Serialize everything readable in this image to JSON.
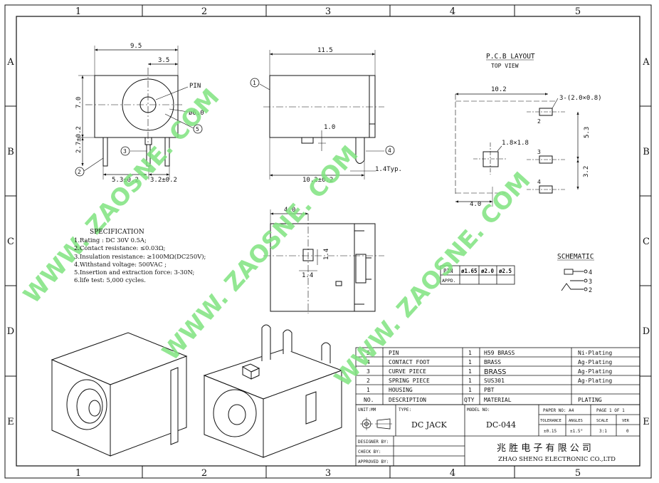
{
  "grid": {
    "columns": [
      "1",
      "2",
      "3",
      "4",
      "5"
    ],
    "rows": [
      "A",
      "B",
      "C",
      "D",
      "E"
    ]
  },
  "watermark": "WWW. ZAOSNE. COM",
  "front_view": {
    "dims": {
      "width": "9.5",
      "offset": "3.5",
      "height": "7.0",
      "pin_height": "2.7±0.2",
      "left_pin": "5.3±0.2",
      "right_pin": "3.2±0.2",
      "dia": "ø6.0",
      "pin_label": "PIN"
    },
    "callouts": [
      "2",
      "3",
      "5"
    ]
  },
  "side_view": {
    "dims": {
      "length": "11.5",
      "step": "1.0",
      "base": "10.2±0.2",
      "typ": "1.4Typ."
    },
    "callouts": [
      "1",
      "4"
    ]
  },
  "top_view": {
    "dims": {
      "length": "4.0",
      "a": "1.4",
      "b": "1.4"
    }
  },
  "pcb": {
    "title": "P.C.B LAYOUT",
    "subtitle": "TOP VIEW",
    "dims": {
      "width": "10.2",
      "pad_note": "3-(2.0×0.8)",
      "sq": "1.8×1.8",
      "v1": "5.3",
      "v2": "3.2",
      "bottom": "4.0"
    },
    "pads": [
      "2",
      "3",
      "4"
    ]
  },
  "specification": {
    "title": "SPECIFICATION",
    "lines": [
      "1.Rating : DC 30V 0.5A;",
      "2.Contact resistance: ≤0.03Ω;",
      "3.Insulation resistance: ≥100MΩ(DC250V);",
      "4.Withstand voltage: 500VAC ;",
      "5.Insertion and extraction force: 3-30N;",
      "6.life test: 5,000 cycles."
    ]
  },
  "pin_table": {
    "row1": [
      "PIN",
      "ø1.65",
      "ø2.0",
      "ø2.5"
    ],
    "row2": [
      "APPD.",
      "",
      "",
      ""
    ]
  },
  "schematic": {
    "title": "SCHEMATIC",
    "pins": [
      "4",
      "3",
      "2"
    ]
  },
  "bom": {
    "rows": [
      [
        "5",
        "PIN",
        "1",
        "H59 BRASS",
        "Ni-Plating"
      ],
      [
        "4",
        "CONTACT FOOT",
        "1",
        "BRASS",
        "Ag-Plating"
      ],
      [
        "3",
        "CURVE PIECE",
        "1",
        "BRASS",
        "Ag-Plating"
      ],
      [
        "2",
        "SPRING PIECE",
        "1",
        "SUS301",
        "Ag-Plating"
      ],
      [
        "1",
        "HOUSING",
        "1",
        "PBT",
        ""
      ]
    ],
    "header": [
      "NO.",
      "DESCRIPTION",
      "QTY",
      "MATERIAL",
      "PLATING"
    ]
  },
  "title_block": {
    "unit_label": "UNIT:MM",
    "type_label": "TYPE:",
    "type_value": "DC JACK",
    "model_label": "MODEL NO:",
    "model_value": "DC-044",
    "paper": "PAPER NO: A4",
    "page": "PAGE 1 OF 1",
    "tol_h": [
      "TOLERANCE",
      "ANGLES",
      "SCALE",
      "VER"
    ],
    "tol_v": [
      "±0.15",
      "±1.5°",
      "3:1",
      "0"
    ],
    "designer": "DESIGNER BY:",
    "check": "CHECK BY:",
    "approved": "APPROVED BY:",
    "company_cn": "兆 胜 电 子 有 限 公 司",
    "company_en": "ZHAO SHENG ELECTRONIC CO.,LTD"
  }
}
